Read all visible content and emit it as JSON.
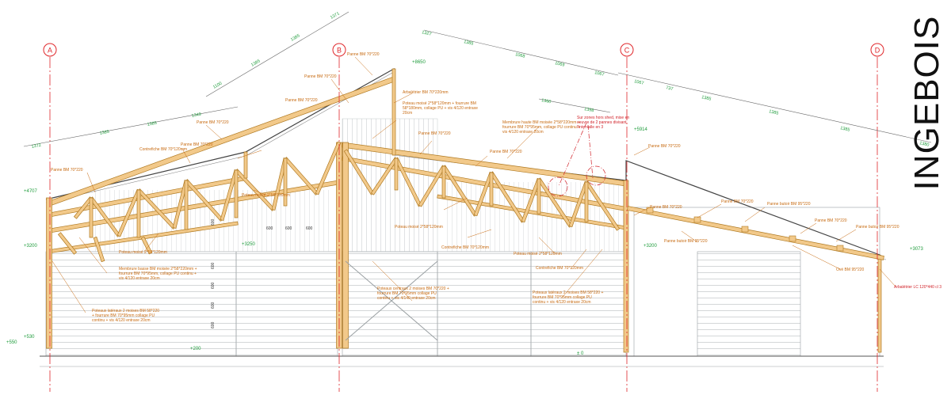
{
  "brand": "INGEBOIS",
  "colors": {
    "axis": "#e0262a",
    "dim": "#1f9c3c",
    "timber": "#f2c98a",
    "timber_edge": "#b07a22",
    "note": "#c76b12",
    "red_note": "#d1232a",
    "line": "#6f7477",
    "label": "#333333"
  },
  "axes": [
    "A",
    "B",
    "C",
    "D"
  ],
  "levels": {
    "l8650": "+8650",
    "l5914": "+5914",
    "l4707": "+4707",
    "l3250": "+3250",
    "l3200_left": "+3200",
    "l3200_mid": "+3200",
    "l3073": "+3073",
    "l550": "+550",
    "l530": "+530",
    "l200": "+200",
    "l0": "± 0"
  },
  "dims_roof": {
    "left_lower": [
      "1372",
      "1385",
      "1385",
      "1349"
    ],
    "left_upper": [
      "1100",
      "1385",
      "1385",
      "1371"
    ],
    "right_upper": [
      "1327",
      "1385",
      "1068",
      "1069",
      "1067"
    ],
    "right_lower": [
      "1067",
      "737",
      "1385",
      "1385",
      "1385",
      "1380"
    ],
    "inner": [
      "1360",
      "1398"
    ]
  },
  "dims_vertical": [
    "600",
    "600",
    "600",
    "600",
    "600"
  ],
  "dims_horizontal": [
    "600",
    "600",
    "600"
  ],
  "labels": {
    "panne_b": "Panne BM 70*220",
    "panne_1": "Panne BM 70*220",
    "arbaletrier": "Arbalétrier BM 70*220mm",
    "poinçon_top": "Poteau moisé 2*58*120mm + fourrure BM 58*180mm, collage PU + vis 4/120 entraxe 20cm",
    "panne_2": "Panne BM 70*220",
    "panne_3": "Panne BM 70*220",
    "contrefiche_1": "Contrefiche BM 70*120mm",
    "panne_4": "Panne BM 70*220",
    "panne_left": "Panne BM 70*220",
    "membrure_haute": "Membrure haute BM moisée 2*58*220mm + fourrure BM 70*95mm, collage PU continu + vis 4/120 entraxe 20cm",
    "panne_5": "Panne BM 70*220",
    "panne_6": "Panne BM 70*220",
    "red_note": "Sur zones hors shed, mise en oeuvre de 2 pannes divisant l'intervalle en 3",
    "panne_c": "Panne BM 70*220",
    "panne_7": "Panne BM 70*220",
    "panne_butoir_1": "Panne butoir BM 95*220",
    "panne_8": "Panne BM 70*220",
    "panne_butoir_2": "Panne butoir BM 95*220",
    "panne_butoir_3": "Panne butoir BM 95*220",
    "poutre_moise": "Poteau moisé 2*58*120mm",
    "poutre_moise_2": "Poteau moisé 2*58*120mm",
    "poutre_moise_3": "Poteau moisé 2*58*120mm",
    "poutre_moise_4": "Poteau moisé 2*58*120mm",
    "contrefiche_2": "Contrefiche BM 70*120mm",
    "contrefiche_3": "Contrefiche BM 70*120mm",
    "membrure_basse": "Membrure basse BM moisée 2*58*220mm + fourrure BM 70*95mm, collage PU continu + vis 4/120 entraxe 20cm",
    "poteaux_lateraux": "Poteaux latéraux 2 moises BM 58*220 + fourrure BM 70*95mm collage PU continu + vis 4/120 entraxe 20cm",
    "poteaux_centraux": "Poteaux centraux 2 moises BM 70*220 + fourrure BM 70*95mm collage PU continu + vis 4/140 entraxe 20cm",
    "poteaux_lateraux_2": "Poteaux latéraux 2 moises BM 58*220 + fourrure BM 70*95mm collage PU continu + vis 4/120 entraxe 20cm",
    "ossature": "Ové BM 95*220",
    "arbaletrier_lc": "Arbalétrier LC 120*440 cl 3"
  }
}
